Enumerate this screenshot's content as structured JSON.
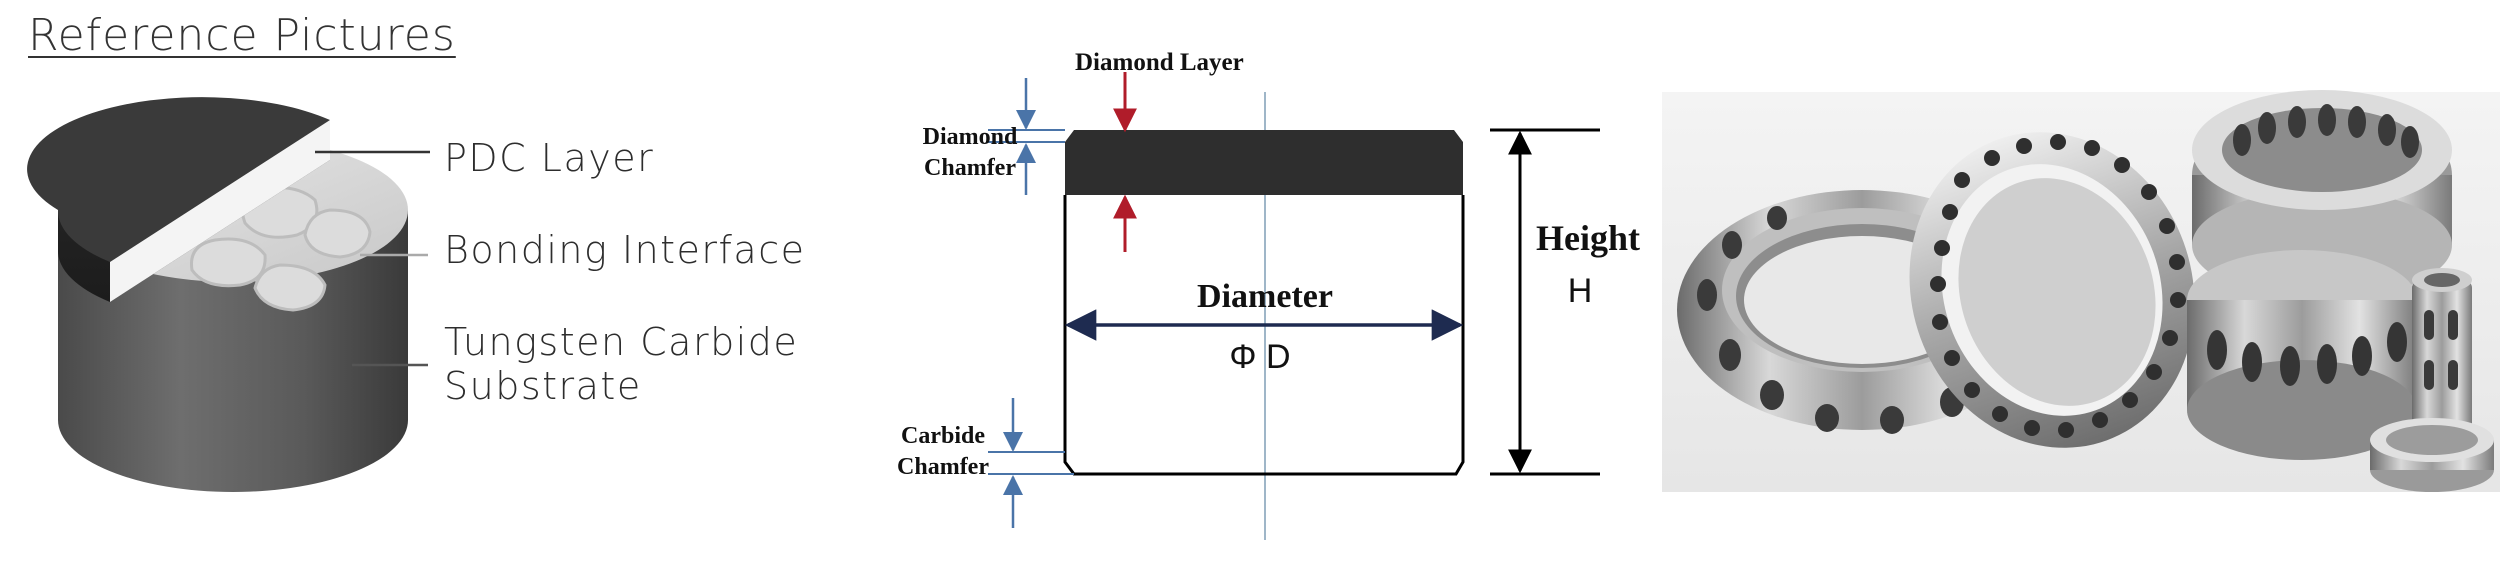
{
  "page": {
    "title": "Reference Pictures"
  },
  "cutter_labels": {
    "pdc_layer": "PDC Layer",
    "bonding_interface": "Bonding Interface",
    "substrate_line1": "Tungsten Carbide",
    "substrate_line2": "Substrate"
  },
  "dimension_diagram": {
    "diamond_layer": "Diamond Layer",
    "diamond_chamfer_line1": "Diamond",
    "diamond_chamfer_line2": "Chamfer",
    "diameter": "Diameter",
    "diameter_symbol": "Φ D",
    "height": "Height",
    "height_symbol": "H",
    "carbide_chamfer_line1": "Carbide",
    "carbide_chamfer_line2": "Chamfer"
  },
  "colors": {
    "diamond_layer_fill": "#2e2e2e",
    "dimension_arrow_blue": "#4a74a8",
    "dimension_arrow_red": "#b01c2a",
    "diameter_line": "#1e2b50"
  }
}
